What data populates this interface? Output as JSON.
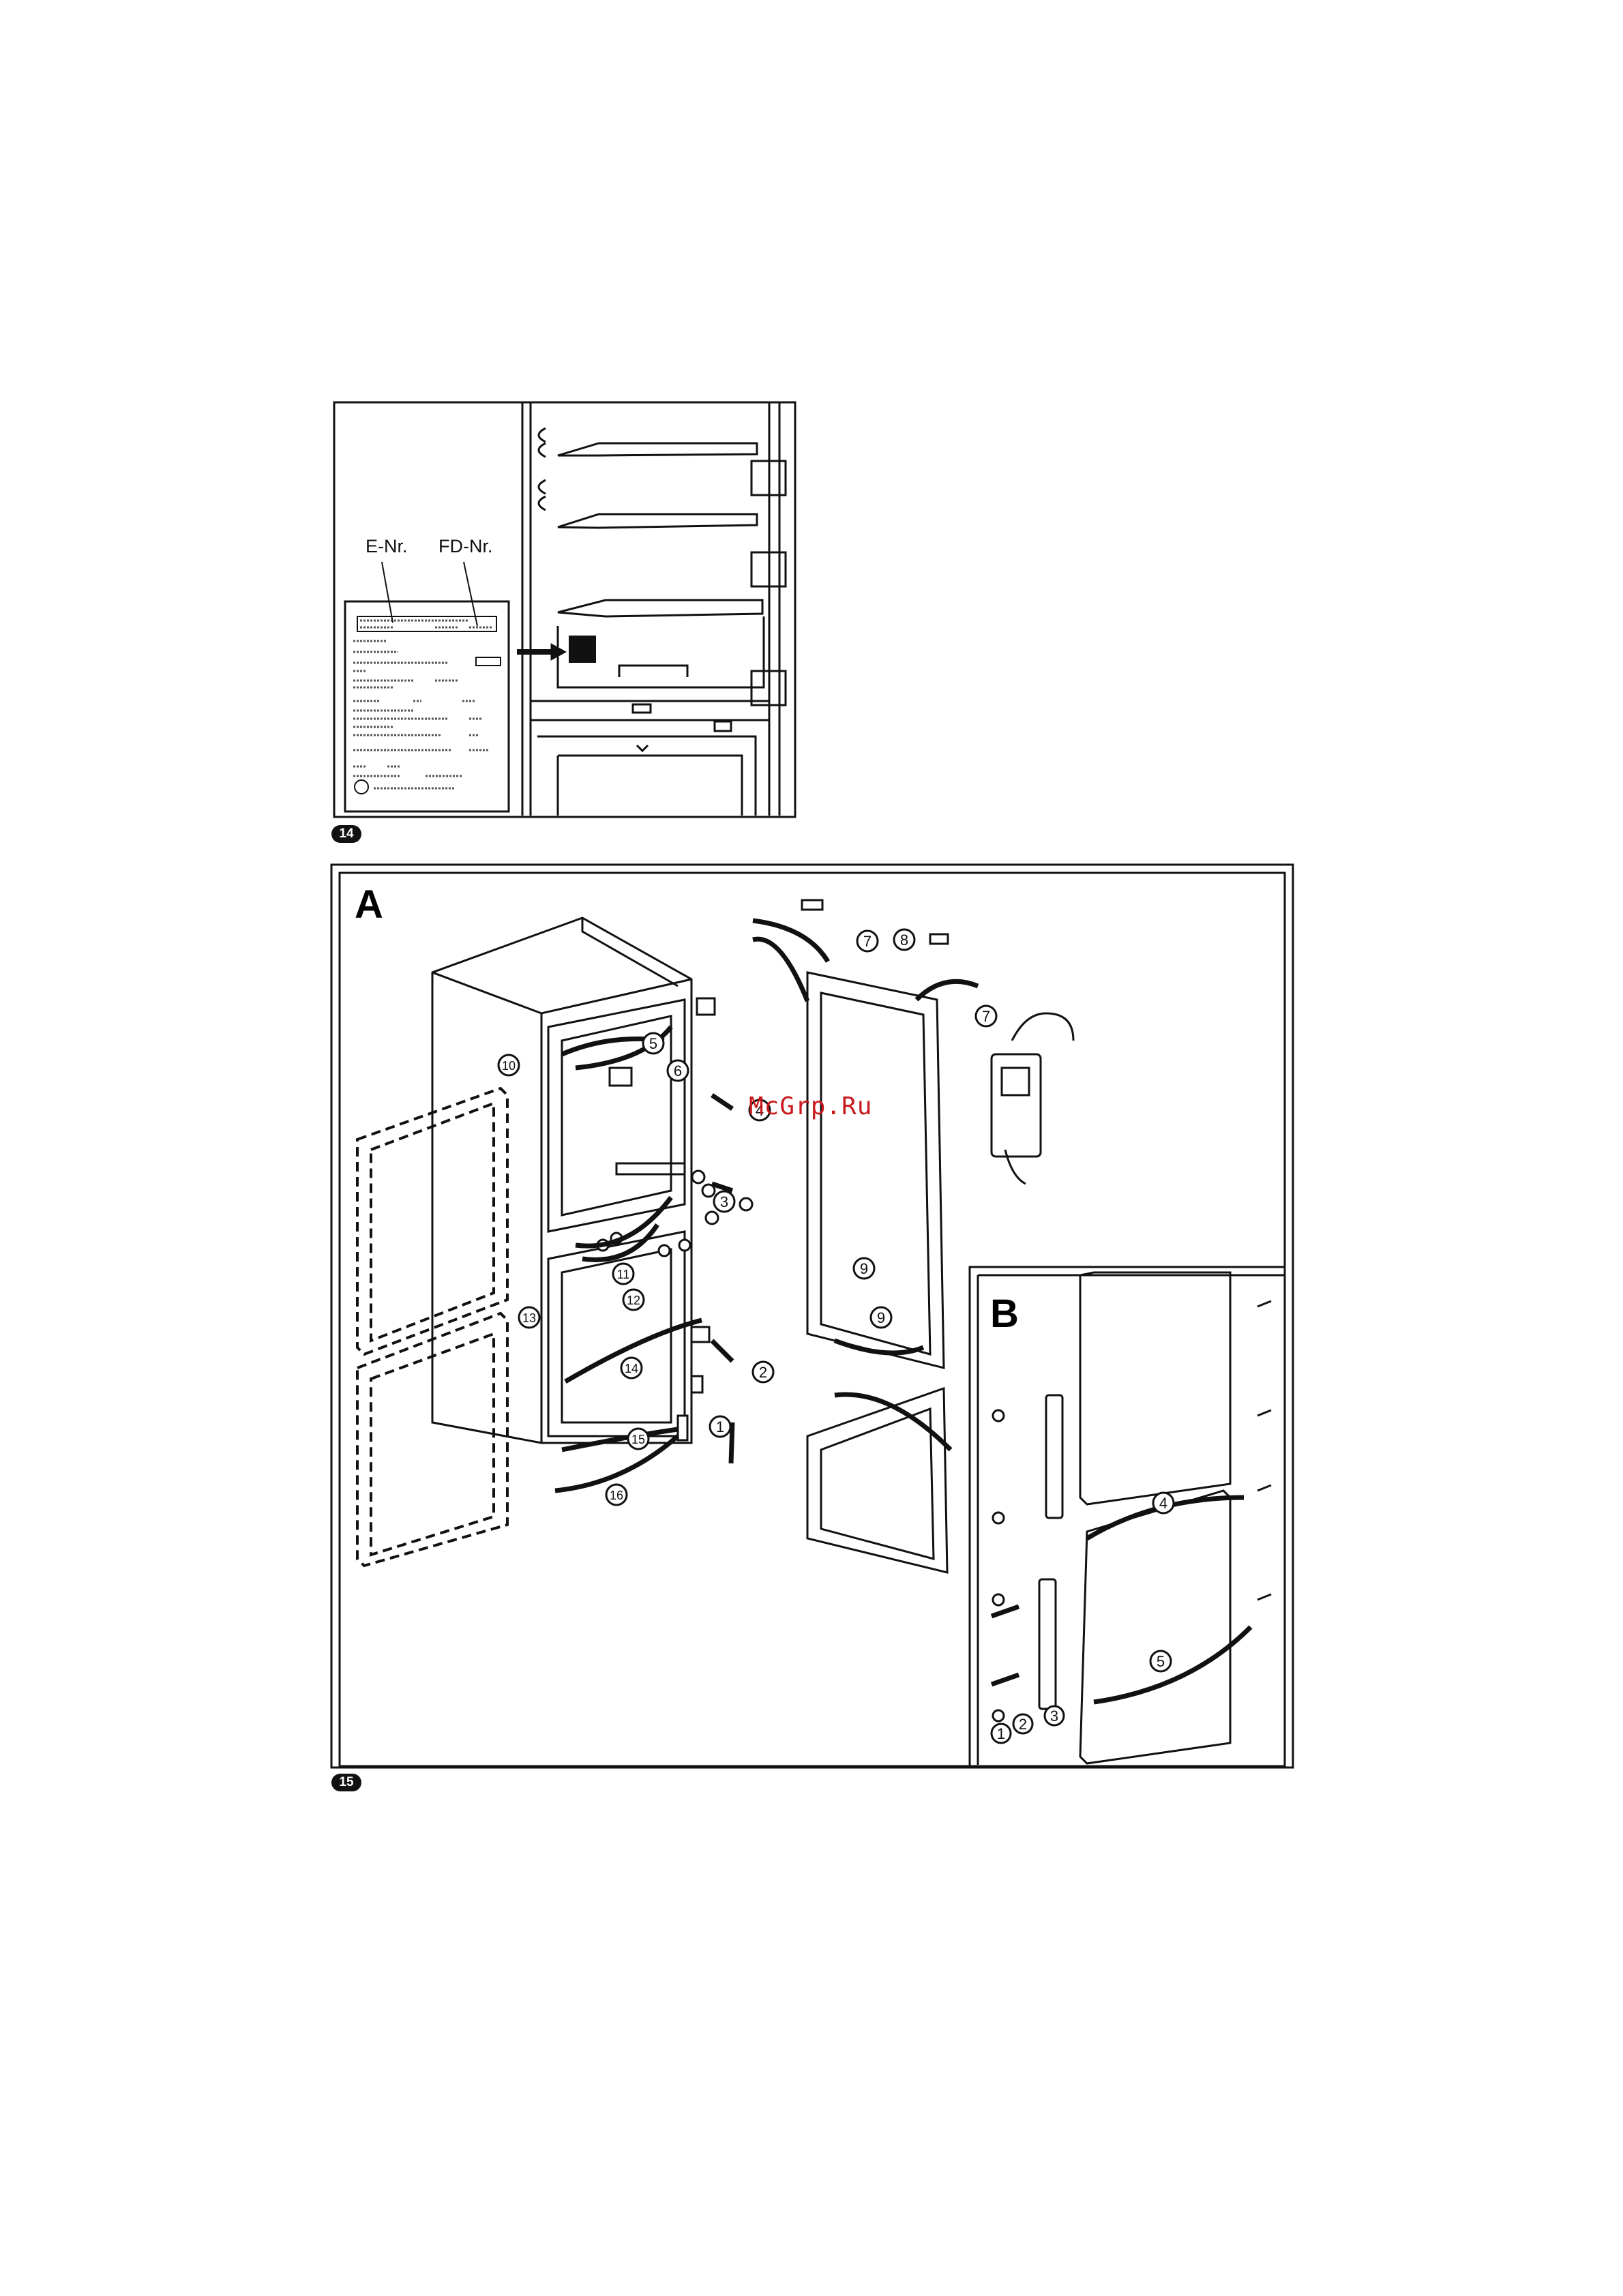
{
  "figure14": {
    "number": "14",
    "label_e_nr": "E-Nr.",
    "label_fd_nr": "FD-Nr."
  },
  "figure15": {
    "number": "15",
    "panel_a": {
      "letter": "A",
      "steps": [
        "1",
        "2",
        "3",
        "4",
        "5",
        "6",
        "7",
        "7",
        "8",
        "9",
        "9",
        "10",
        "11",
        "12",
        "13",
        "14",
        "15",
        "16"
      ]
    },
    "panel_b": {
      "letter": "B",
      "steps": [
        "4",
        "5"
      ],
      "parts": [
        "1",
        "2",
        "3"
      ]
    }
  },
  "watermark": "McGrp.Ru"
}
